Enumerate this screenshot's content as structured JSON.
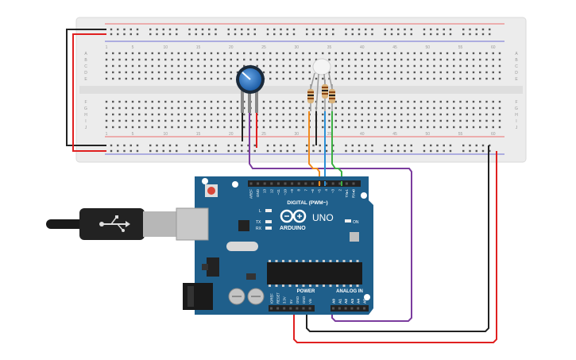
{
  "breadboard": {
    "col_labels": [
      "1",
      "5",
      "10",
      "15",
      "20",
      "25",
      "30",
      "35",
      "40",
      "45",
      "50",
      "55",
      "60"
    ],
    "row_labels_top": [
      "A",
      "B",
      "C",
      "D",
      "E"
    ],
    "row_labels_bottom": [
      "F",
      "G",
      "H",
      "I",
      "J"
    ]
  },
  "arduino": {
    "brand": "ARDUINO",
    "model": "UNO",
    "on_label": "ON",
    "led_labels": [
      "L",
      "TX",
      "RX"
    ],
    "digital_header": "DIGITAL (PWM~)",
    "digital_pins": [
      "AREF",
      "GND",
      "13",
      "12",
      "~11",
      "~10",
      "~9",
      "8",
      "7",
      "~6",
      "~5",
      "4",
      "~3",
      "2",
      "TX▸1",
      "RX◂0"
    ],
    "power_header": "POWER",
    "power_pins": [
      "IOREF",
      "RESET",
      "3.3V",
      "5V",
      "GND",
      "GND",
      "Vin"
    ],
    "analog_header": "ANALOG IN",
    "analog_pins": [
      "A0",
      "A1",
      "A2",
      "A3",
      "A4",
      "A5"
    ]
  },
  "colors": {
    "wire_black": "#222222",
    "wire_red": "#e02020",
    "wire_orange": "#f08c1e",
    "wire_blue": "#2a8fd6",
    "wire_green": "#3cb043",
    "wire_purple": "#7b3c9e",
    "board_blue": "#1f5f8b",
    "breadboard": "#ececec"
  }
}
